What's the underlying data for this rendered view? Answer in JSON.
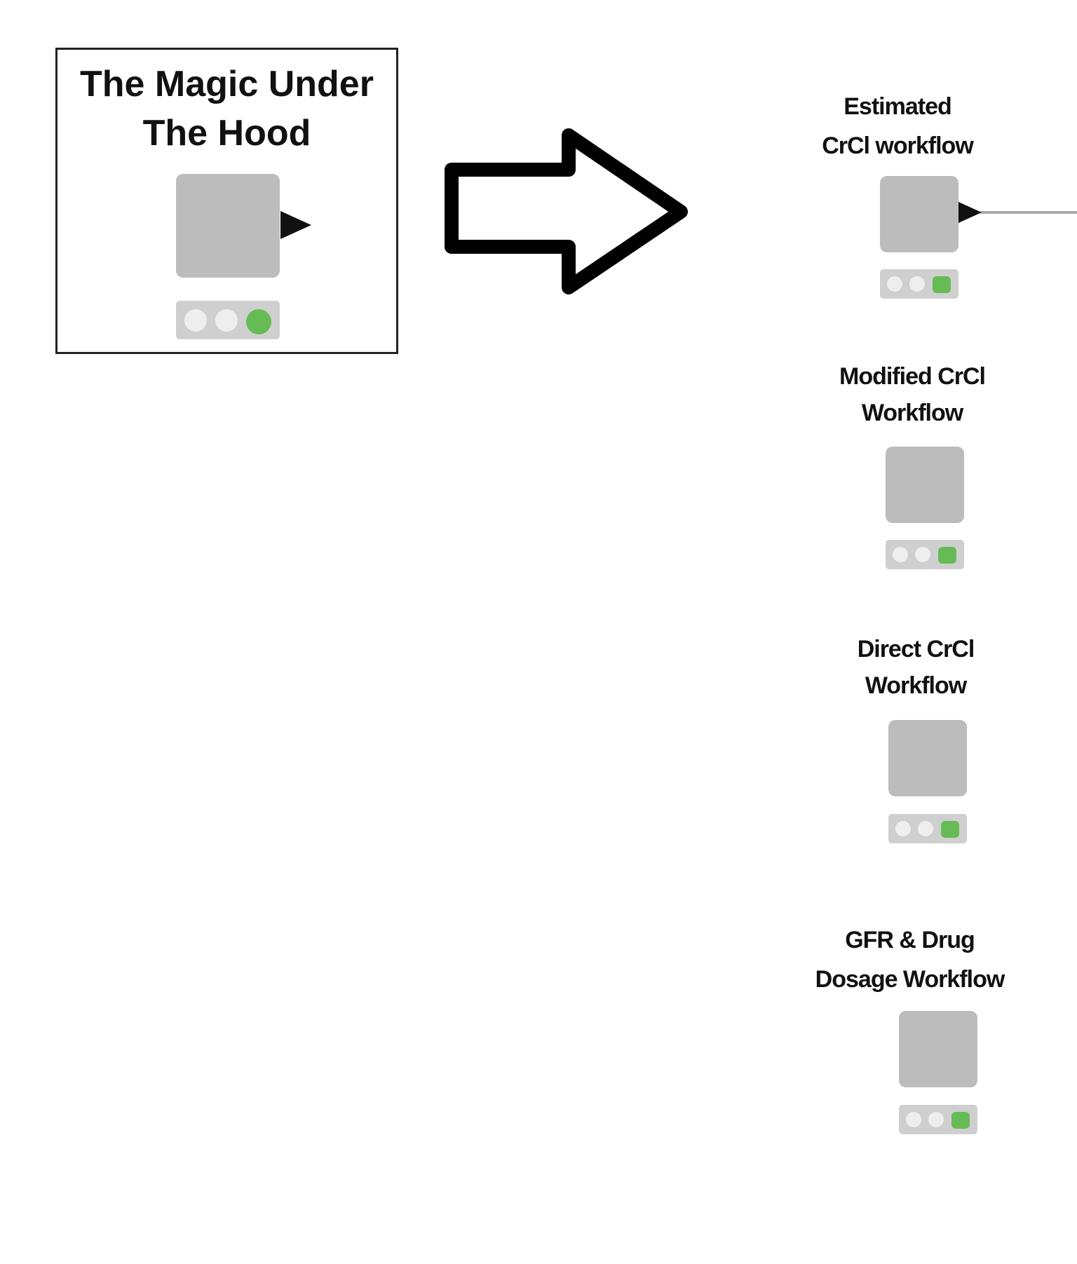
{
  "magic_node": {
    "title": "The Magic Under\nThe Hood"
  },
  "workflows": [
    {
      "label": "Estimated\nCrCl workflow"
    },
    {
      "label": "Modified CrCl\nWorkflow"
    },
    {
      "label": "Direct CrCl\nWorkflow"
    },
    {
      "label": "GFR & Drug\nDosage Workflow"
    }
  ],
  "colors": {
    "node_gray": "#bcbcbc",
    "status_strip": "#cfcfcf",
    "status_idle": "#eeeeee",
    "status_ok": "#66bb55",
    "arrow_stroke": "#000000",
    "connection": "#aaaaaa"
  }
}
